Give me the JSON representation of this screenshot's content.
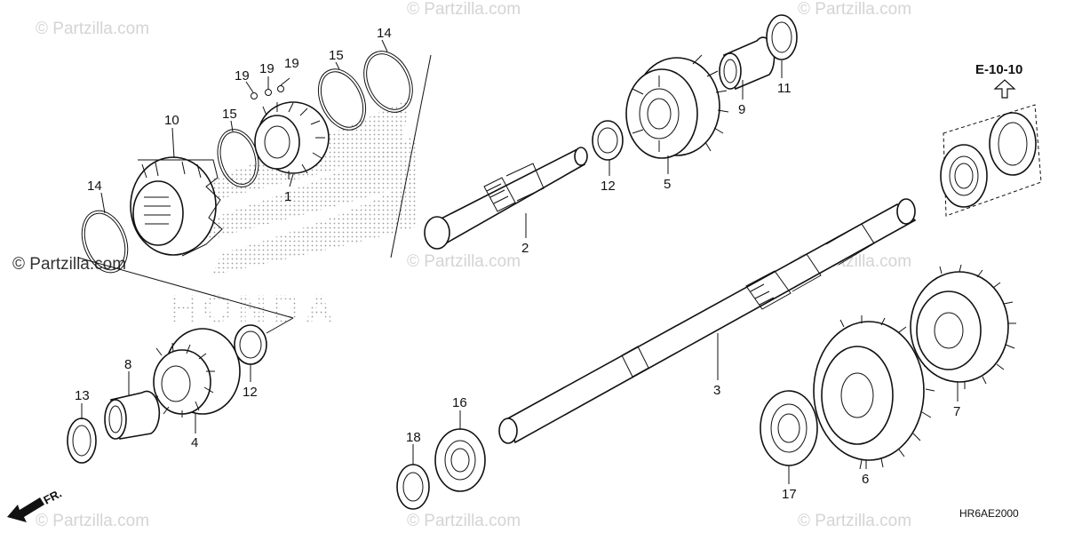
{
  "diagram": {
    "watermark": "© Partzilla.com",
    "reference_label": "E-10-10",
    "drawing_code": "HR6AE2000",
    "direction_label": "FR.",
    "brand_background": "HONDA",
    "callouts": {
      "c1": "1",
      "c2": "2",
      "c3": "3",
      "c4": "4",
      "c5": "5",
      "c6": "6",
      "c7": "7",
      "c8": "8",
      "c9": "9",
      "c10": "10",
      "c11": "11",
      "c12a": "12",
      "c12b": "12",
      "c13": "13",
      "c14a": "14",
      "c14b": "14",
      "c15a": "15",
      "c15b": "15",
      "c16": "16",
      "c17": "17",
      "c18": "18",
      "c19a": "19",
      "c19b": "19",
      "c19c": "19"
    }
  },
  "colors": {
    "line": "#111111",
    "watermark": "#d4d4d4",
    "stipple": "#9a9a9a"
  }
}
